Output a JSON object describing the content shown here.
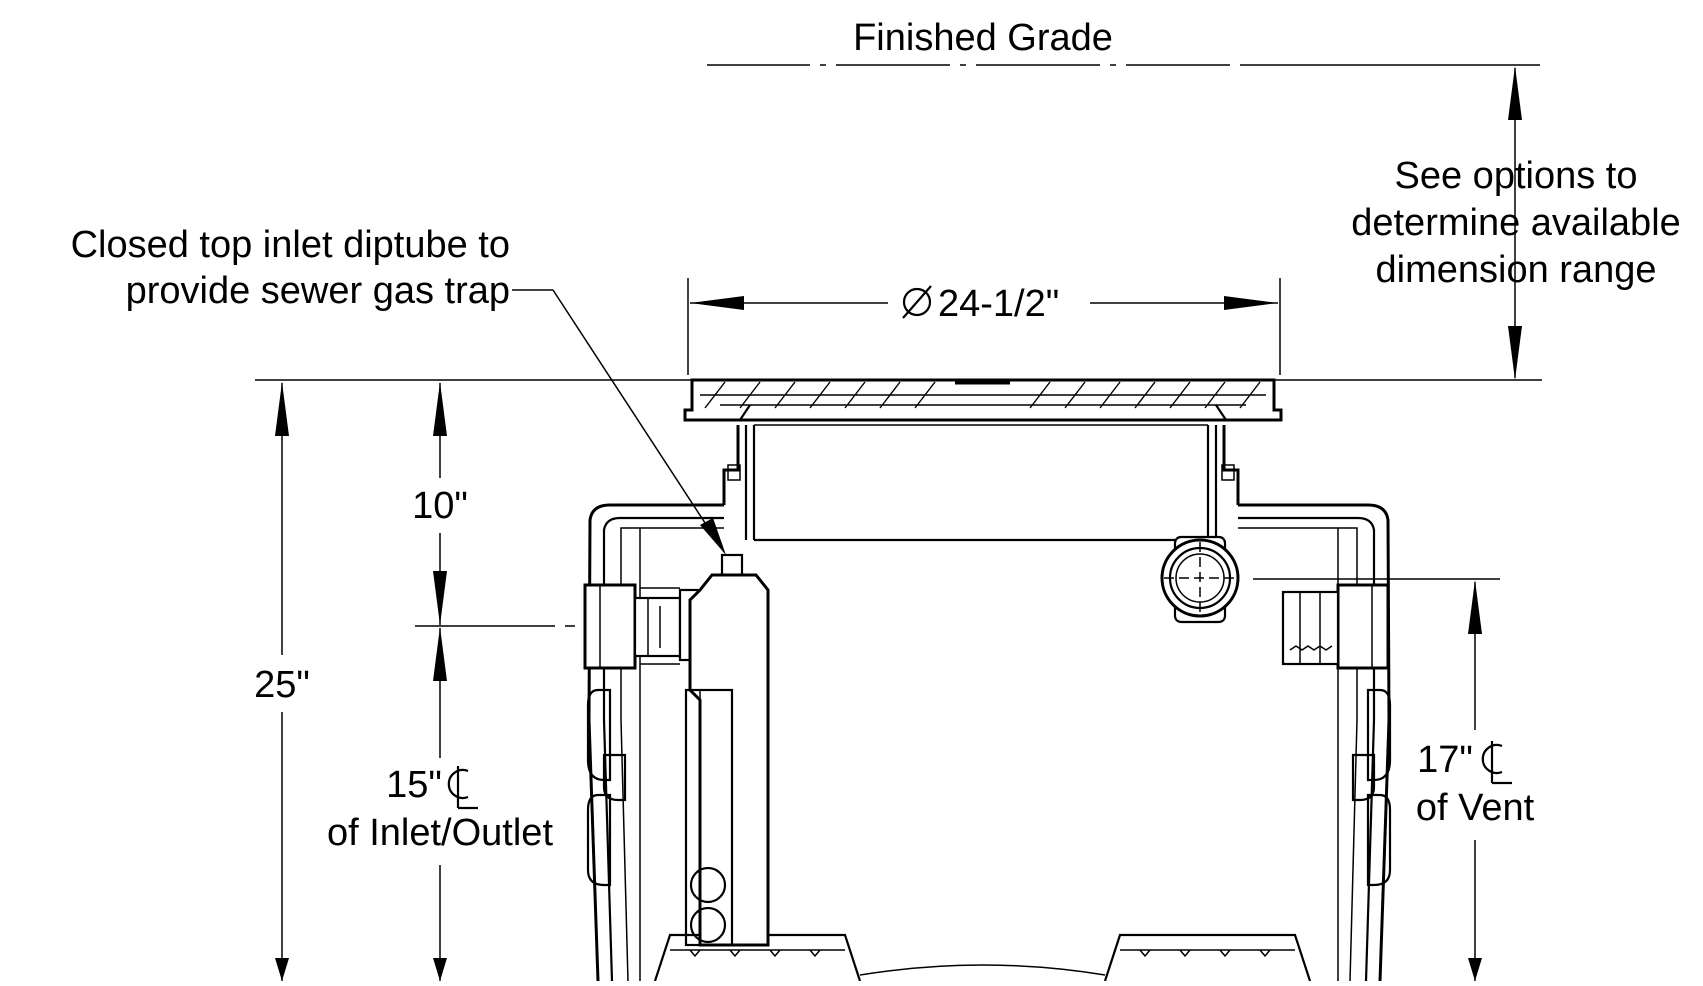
{
  "labels": {
    "finished_grade": "Finished Grade",
    "see_options_1": "See options to",
    "see_options_2": "determine available",
    "see_options_3": "dimension range",
    "diptube_1": "Closed top inlet diptube to",
    "diptube_2": "provide sewer gas trap",
    "diameter": "24-1/2\"",
    "dim_10": "10\"",
    "dim_25": "25\"",
    "dim_15": "15\"",
    "of_inlet_outlet": "of Inlet/Outlet",
    "dim_17": "17\"",
    "of_vent": "of Vent"
  },
  "symbols": {
    "diameter": "diameter-symbol",
    "centerline": "centerline-symbol"
  }
}
